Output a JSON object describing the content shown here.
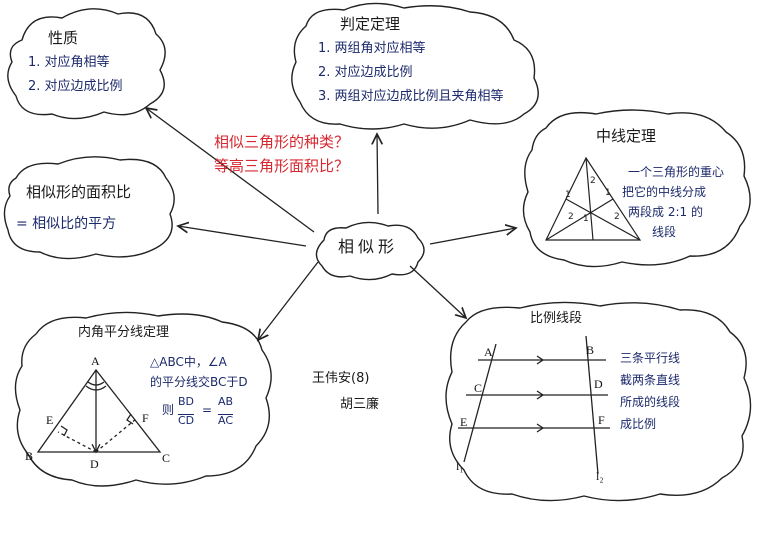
{
  "center": {
    "label": "相似形"
  },
  "questions": {
    "line1": "相似三角形的种类？",
    "line2": "等高三角形面积比？"
  },
  "properties": {
    "title": "性质",
    "items": [
      "1. 对应角相等",
      "2. 对应边成比例"
    ]
  },
  "criteria": {
    "title": "判定定理",
    "items": [
      "1. 两组角对应相等",
      "2. 对应边成比例",
      "3. 两组对应边成比例且夹角相等"
    ]
  },
  "area_ratio": {
    "title": "相似形的面积比",
    "line": "= 相似比的平方"
  },
  "median_theorem": {
    "title": "中线定理",
    "lines": [
      "一个三角形的重心",
      "把它的中线分成",
      "两段成 2:1 的",
      "线段"
    ],
    "marks": [
      "2",
      "1",
      "2",
      "1",
      "1",
      "2"
    ]
  },
  "bisector_theorem": {
    "title": "内角平分线定理",
    "condition_1": "△ABC中，∠A",
    "condition_2": "的平分线交BC于D",
    "conclusion_prefix": "则",
    "numerator_left": "BD",
    "denominator_left": "CD",
    "equals": "=",
    "numerator_right": "AB",
    "denominator_right": "AC",
    "points": {
      "A": "A",
      "B": "B",
      "C": "C",
      "D": "D",
      "E": "E",
      "F": "F"
    }
  },
  "proportional_segments": {
    "title": "比例线段",
    "lines": [
      "三条平行线",
      "截两条直线",
      "所成的线段",
      "成比例"
    ],
    "points": {
      "A": "A",
      "B": "B",
      "C": "C",
      "D": "D",
      "E": "E",
      "F": "F",
      "l1": "l₁",
      "l2": "l₂"
    }
  },
  "authors": {
    "line1": "王伟安(8)",
    "line2": "胡三廉"
  },
  "colors": {
    "ink": "#1c2a6b",
    "red": "#d7282f",
    "pencil": "#222222"
  }
}
